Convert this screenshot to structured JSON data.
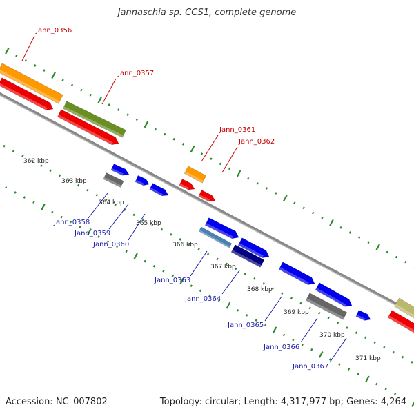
{
  "title": "Jannaschia sp. CCS1, complete genome",
  "footer": {
    "accession": "Accession: NC_007802",
    "topology": "Topology: circular; Length: 4,317,977 bp; Genes: 4,264"
  },
  "colors": {
    "backbone": "#888888",
    "tick": "#2a8a2a",
    "red_label": "#cc0000",
    "blue_label": "#1a1aaa",
    "orange": "#ff9900",
    "red": "#ee0000",
    "olive": "#6b8e23",
    "blue": "#0000ee",
    "gray": "#666666",
    "navy": "#000080",
    "steelblue": "#4682b4",
    "khaki": "#bdb76b"
  },
  "kbp_labels": [
    "362 kbp",
    "363 kbp",
    "364 kbp",
    "365 kbp",
    "366 kbp",
    "367 kbp",
    "368 kbp",
    "369 kbp",
    "370 kbp",
    "371 kbp"
  ],
  "forward_labels": [
    "Jann_0356",
    "Jann_0357",
    "Jann_0361",
    "Jann_0362"
  ],
  "reverse_labels": [
    "Jann_0358",
    "Jann_0359",
    "Jann_0360",
    "Jann_0363",
    "Jann_0364",
    "Jann_0365",
    "Jann_0366",
    "Jann_0367"
  ]
}
